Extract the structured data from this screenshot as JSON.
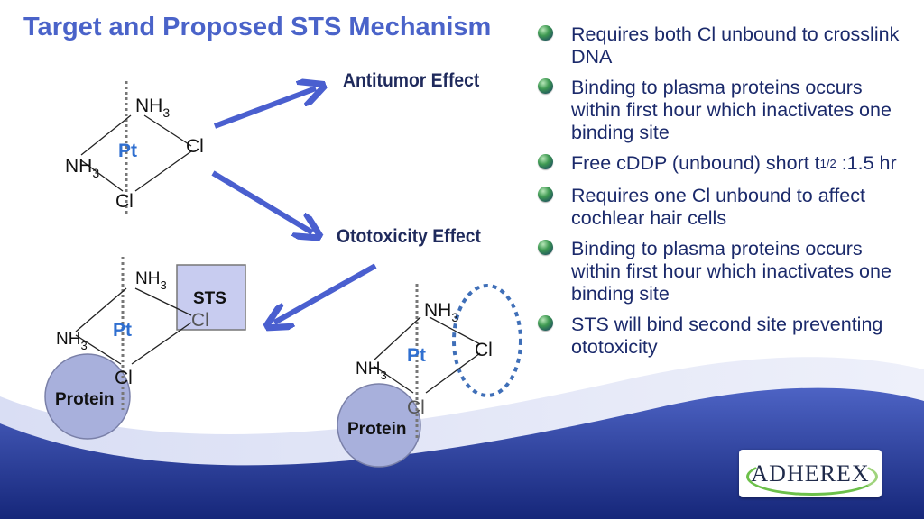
{
  "title": "Target and Proposed STS Mechanism",
  "effects": {
    "antitumor": "Antitumor Effect",
    "ototoxicity": "Ototoxicity Effect"
  },
  "molecule": {
    "nh3_top": "NH",
    "nh3_left": "NH",
    "subscript": "3",
    "pt": "Pt",
    "cl": "Cl",
    "protein": "Protein",
    "sts": "STS"
  },
  "bullets": [
    {
      "text": "Requires both Cl unbound to crosslink DNA"
    },
    {
      "text": "Binding to plasma proteins occurs within first hour which inactivates one binding site"
    },
    {
      "text_before": "Free cDDP (unbound) short t",
      "sub": "1/2",
      "text_after": " :1.5 hr"
    },
    {
      "text": "Requires one Cl unbound to affect cochlear hair cells"
    },
    {
      "text": "Binding to plasma proteins occurs within first hour which inactivates one binding site"
    },
    {
      "text": "STS will bind second site preventing ototoxicity"
    }
  ],
  "logo": {
    "text": "ADHEREX"
  },
  "colors": {
    "title": "#4a63c9",
    "arrow": "#4a5fcf",
    "pt": "#2f6fd0",
    "bullet_text": "#1b2a6b",
    "wave_dark": "#1b2f86",
    "protein_fill": "#a8b0dc",
    "sts_box": "#c8ccf0",
    "dashed_circle": "#3f6fb8"
  }
}
